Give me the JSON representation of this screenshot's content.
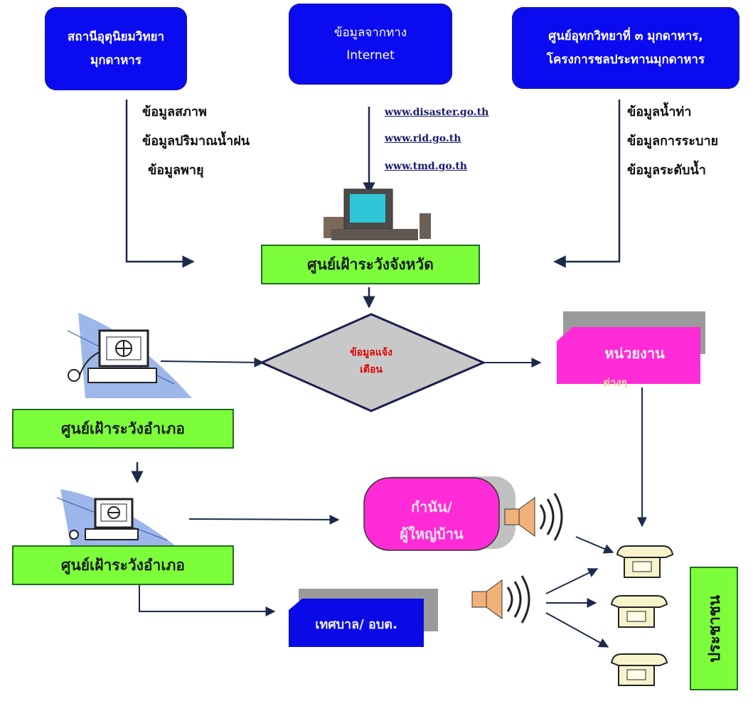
{
  "sources": {
    "met_station": [
      "สถานีอุตุนิยมวิทยา",
      "มุกดาหาร"
    ],
    "internet": [
      "ข้อมูลจากทาง",
      "Internet"
    ],
    "hydro_center": [
      "ศูนย์อุทกวิทยาที่ ๓ มุกดาหาร,",
      "โครงการชลประทานมุกดาหาร"
    ]
  },
  "met_notes": [
    "ข้อมูลสภาพ",
    "ข้อมูลปริมาณน้ำฝน",
    "ข้อมูลพายุ"
  ],
  "internet_urls": [
    "www.disaster.go.th",
    "www.rid.go.th",
    "www.tmd.go.th"
  ],
  "hydro_notes": [
    "ข้อมูลน้ำท่า",
    "ข้อมูลการระบาย",
    "ข้อมูลระดับน้ำ"
  ],
  "province_center": "ศูนย์เฝ้าระวังจังหวัด",
  "warning_diamond": [
    "ข้อมูลแจ้ง",
    "เตือน"
  ],
  "agency": {
    "label": "หน่วยงาน",
    "sub": "ต่างๆ"
  },
  "district_center_1": "ศูนย์เฝ้าระวังอำเภอ",
  "district_center_2": "ศูนย์เฝ้าระวังอำเภอ",
  "headman": [
    "กำนัน/",
    "ผู้ใหญ่บ้าน"
  ],
  "municipality": "เทศบาล/ อบต.",
  "citizens": "ประชาชน",
  "colors": {
    "source_blue": "#0b0bf0",
    "green": "#7cff3a",
    "magenta": "#ff2bd6",
    "navy": "#0a0ae6",
    "diamond": "#c8c8c8",
    "warning_text": "#e00000"
  }
}
